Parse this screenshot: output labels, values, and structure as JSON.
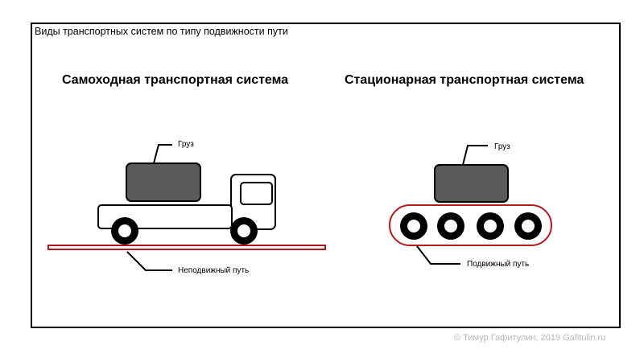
{
  "title": "Виды транспортных систем по типу подвижности пути",
  "left_panel": {
    "heading": "Самоходная транспортная система",
    "cargo_label": "Груз",
    "path_label": "Неподвижный путь"
  },
  "right_panel": {
    "heading": "Стационарная транспортная система",
    "cargo_label": "Груз",
    "path_label": "Подвижный путь"
  },
  "copyright": "© Тимур Гафитулин, 2019 Gafitulin.ru",
  "colors": {
    "cargo_fill": "#5a5a5a",
    "path_red": "#b01c1c",
    "outline": "#000000",
    "copyright": "#b8b8b8"
  }
}
